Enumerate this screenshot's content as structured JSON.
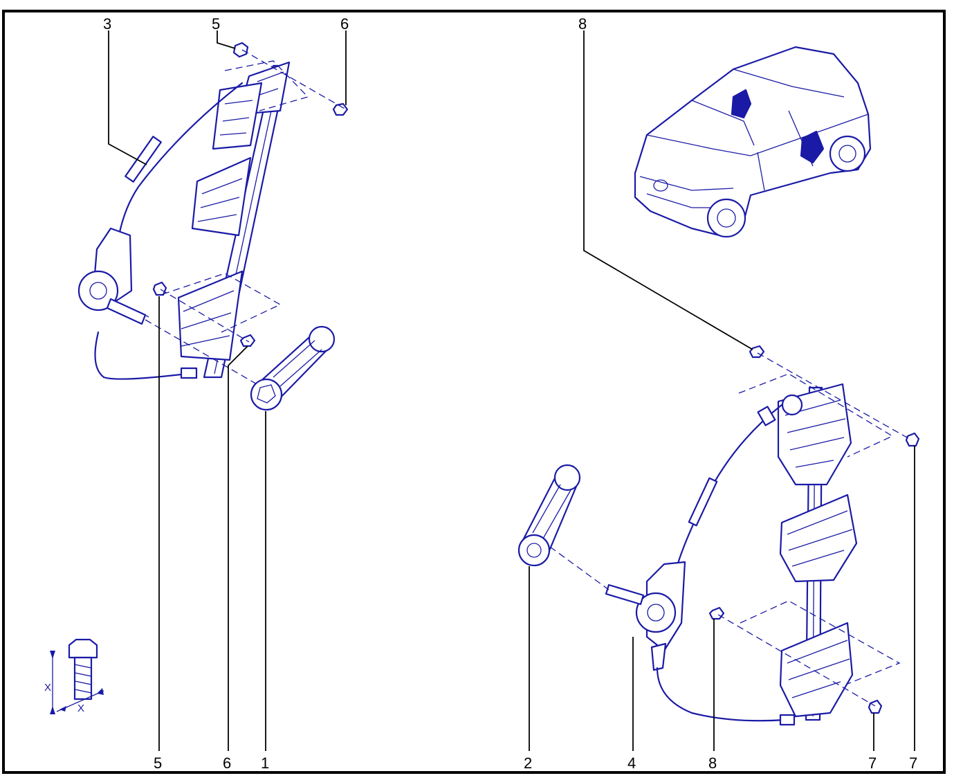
{
  "diagram": {
    "frame_color": "#000000",
    "line_color": "#1a1aa6",
    "top_callouts": [
      "3",
      "5",
      "6",
      "8"
    ],
    "bottom_callouts": [
      "5",
      "6",
      "1",
      "2",
      "4",
      "8",
      "7",
      "7"
    ],
    "torque_symbol": {
      "dimension_labels": [
        "X",
        "X"
      ]
    }
  }
}
